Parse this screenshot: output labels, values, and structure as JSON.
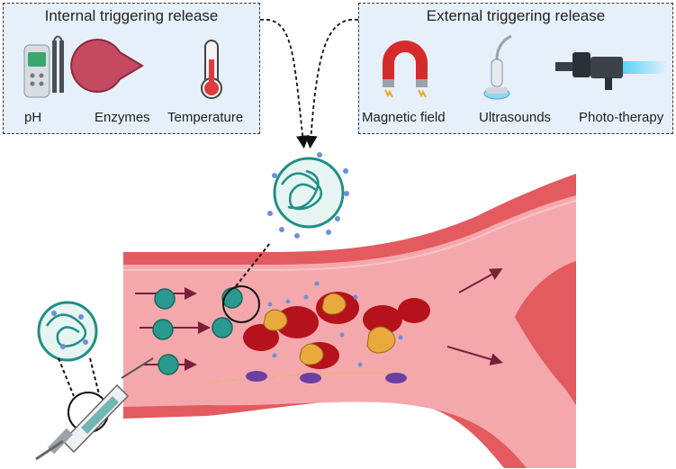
{
  "internal_panel": {
    "title": "Internal triggering release",
    "items": [
      {
        "label": "pH",
        "icon": "ph-meter-icon"
      },
      {
        "label": "Enzymes",
        "icon": "enzyme-pacman-icon"
      },
      {
        "label": "Temperature",
        "icon": "thermometer-icon"
      }
    ]
  },
  "external_panel": {
    "title": "External triggering release",
    "items": [
      {
        "label": "Magnetic field",
        "icon": "horseshoe-magnet-icon"
      },
      {
        "label": "Ultrasounds",
        "icon": "ultrasound-probe-icon"
      },
      {
        "label": "Photo-therapy",
        "icon": "laser-device-icon"
      }
    ]
  },
  "colors": {
    "panel_bg": "#e6f0fa",
    "vessel_wall": "#e35a5f",
    "vessel_lumen": "#f5a8ac",
    "nanoparticle": "#1f8f85",
    "drug": "#6f8fd6",
    "rbc": "#b5121b",
    "platelet": "#e9a93c",
    "arrow": "#7a1f3a"
  }
}
